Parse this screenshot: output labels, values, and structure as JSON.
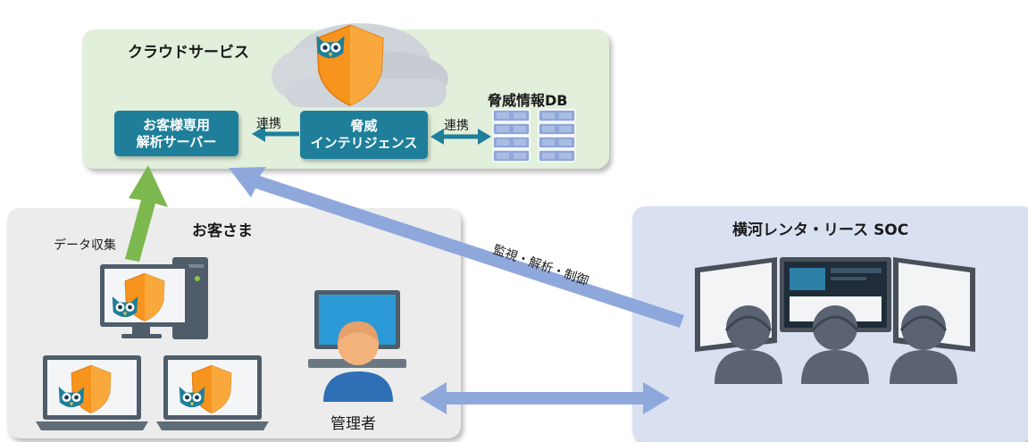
{
  "cloud": {
    "title": "クラウドサービス",
    "server_line1": "お客様専用",
    "server_line2": "解析サーバー",
    "intel_line1": "脅威",
    "intel_line2": "インテリジェンス",
    "db_label": "脅威情報DB",
    "link_left": "連携",
    "link_right": "連携"
  },
  "customer": {
    "title": "お客さま",
    "data_collection": "データ収集",
    "admin": "管理者"
  },
  "soc": {
    "title": "横河レンタ・リース SOC"
  },
  "connections": {
    "monitor": "監視・解析・制御"
  },
  "colors": {
    "cloud_bg": "#e2efdb",
    "customer_bg": "#ececec",
    "soc_bg": "#d9e1f1",
    "box_teal": "#1f7f9a",
    "arrow_green": "#7db84f",
    "arrow_blue": "#8fa8dc",
    "shield_orange": "#f7941d"
  }
}
